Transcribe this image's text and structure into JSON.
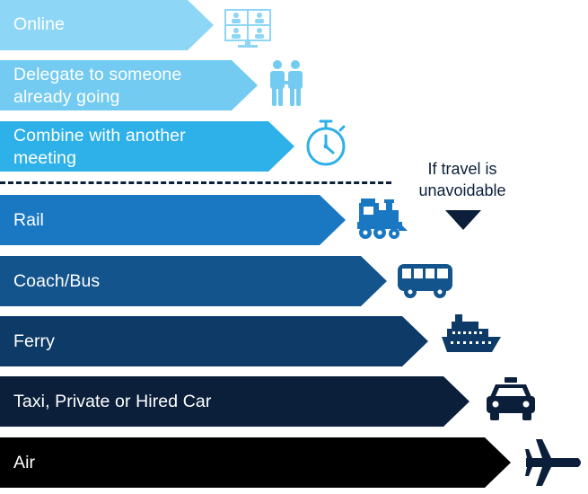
{
  "rows": [
    {
      "label": "Online",
      "color": "#8dd6f6",
      "icon": "video-call-icon"
    },
    {
      "label": "Delegate to someone\nalready going",
      "color": "#73cbf1",
      "icon": "two-people-icon"
    },
    {
      "label": "Combine with another\nmeeting",
      "color": "#2eb0e8",
      "icon": "stopwatch-icon"
    },
    {
      "label": "Rail",
      "color": "#1a78c2",
      "icon": "train-icon"
    },
    {
      "label": "Coach/Bus",
      "color": "#13548c",
      "icon": "bus-icon"
    },
    {
      "label": "Ferry",
      "color": "#0d3a66",
      "icon": "ferry-icon"
    },
    {
      "label": "Taxi, Private or Hired Car",
      "color": "#0b1f3a",
      "icon": "taxi-icon"
    },
    {
      "label": "Air",
      "color": "#000000",
      "icon": "airplane-icon"
    }
  ],
  "note": {
    "text": "If travel is\nunavoidable"
  }
}
